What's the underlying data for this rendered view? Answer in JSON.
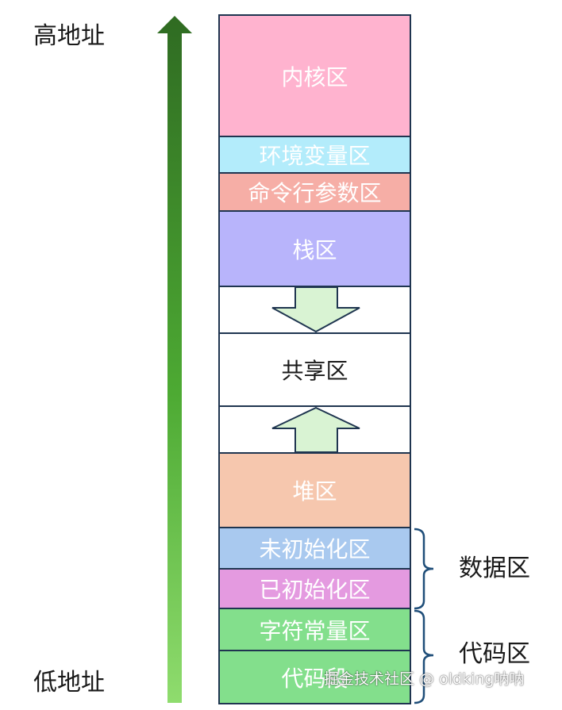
{
  "address": {
    "high": "高地址",
    "low": "低地址"
  },
  "segments": [
    {
      "id": "kernel",
      "label": "内核区",
      "color": "#ffb3cf"
    },
    {
      "id": "env",
      "label": "环境变量区",
      "color": "#b3ecfb"
    },
    {
      "id": "cmdline",
      "label": "命令行参数区",
      "color": "#f6aea6"
    },
    {
      "id": "stack",
      "label": "栈区",
      "color": "#b8b4fb"
    },
    {
      "id": "stack-grow",
      "label": "",
      "color": "#ffffff",
      "arrow": "down",
      "arrow_color": "#d9f3d3"
    },
    {
      "id": "shared",
      "label": "共享区",
      "color": "#ffffff"
    },
    {
      "id": "heap-grow",
      "label": "",
      "color": "#ffffff",
      "arrow": "up",
      "arrow_color": "#d9f3d3"
    },
    {
      "id": "heap",
      "label": "堆区",
      "color": "#f6c7ae"
    },
    {
      "id": "bss",
      "label": "未初始化区",
      "color": "#a9c9ef"
    },
    {
      "id": "data",
      "label": "已初始化区",
      "color": "#e49ae0"
    },
    {
      "id": "rodata",
      "label": "字符常量区",
      "color": "#83df8c"
    },
    {
      "id": "text",
      "label": "代码段",
      "color": "#83df8c"
    }
  ],
  "groups": {
    "data_region": "数据区",
    "code_region": "代码区"
  },
  "watermark": "掘金技术社区 @ oldking呐呐",
  "colors": {
    "border": "#1f3550",
    "arrow_top": "#2f6b22",
    "arrow_bottom": "#8fdc6e",
    "brace": "#1f4e79"
  }
}
